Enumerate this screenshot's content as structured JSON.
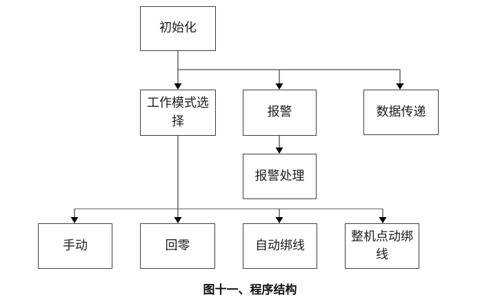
{
  "diagram": {
    "type": "flowchart",
    "caption": "图十一、程序结构",
    "nodes": {
      "init": {
        "label": "初始化"
      },
      "mode": {
        "label": "工作模式选择"
      },
      "alarm": {
        "label": "报警"
      },
      "data_transfer": {
        "label": "数据传递"
      },
      "alarm_handling": {
        "label": "报警处理"
      },
      "manual": {
        "label": "手动"
      },
      "home": {
        "label": "回零"
      },
      "auto_binding": {
        "label": "自动绑线"
      },
      "jog_binding": {
        "label": "整机点动绑线"
      }
    },
    "edges": [
      {
        "from": "init",
        "to": "mode"
      },
      {
        "from": "init",
        "to": "alarm"
      },
      {
        "from": "init",
        "to": "data_transfer"
      },
      {
        "from": "alarm",
        "to": "alarm_handling"
      },
      {
        "from": "mode",
        "to": "manual"
      },
      {
        "from": "mode",
        "to": "home"
      },
      {
        "from": "mode",
        "to": "auto_binding"
      },
      {
        "from": "mode",
        "to": "jog_binding"
      }
    ],
    "colors": {
      "background": "#ffffff",
      "box_border": "#3b3b3b",
      "connector": "#474747",
      "arrowhead": "#000000",
      "text": "#1c1c1c"
    }
  }
}
